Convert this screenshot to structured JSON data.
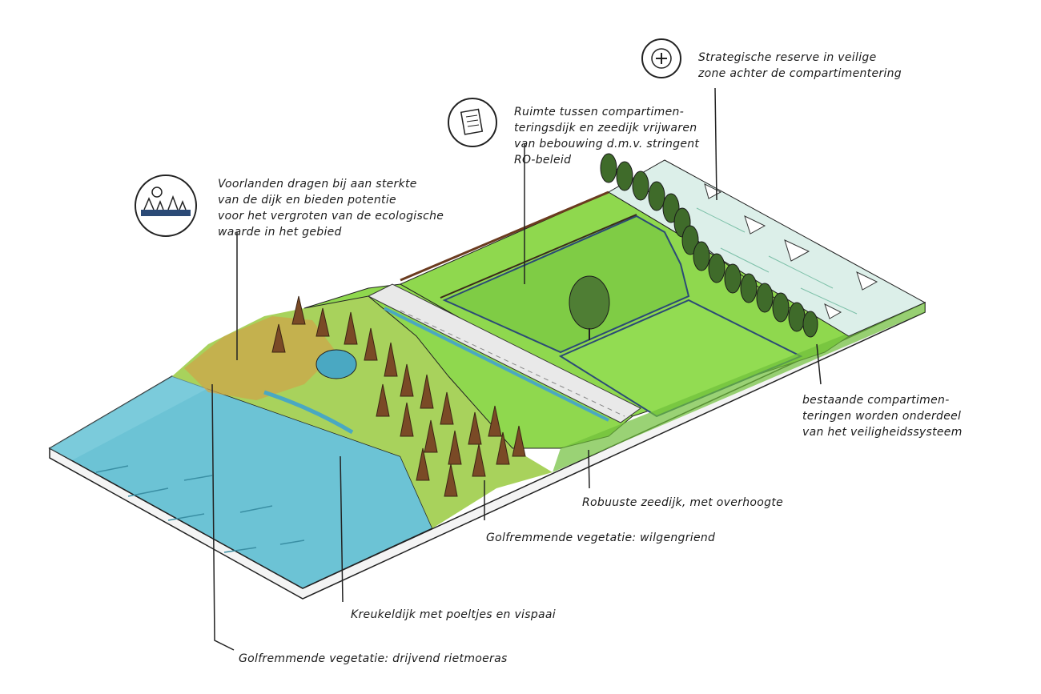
{
  "annotations": {
    "reserve": [
      "Strategische reserve in veilige",
      "zone achter de compartimentering"
    ],
    "ruimte": [
      "Ruimte tussen compartimen-",
      "teringsdijk en zeedijk vrijwaren",
      "van bebouwing d.m.v. stringent",
      "RO-beleid"
    ],
    "voorlanden": [
      "Voorlanden dragen bij aan sterkte",
      "van de dijk en bieden potentie",
      "voor het vergroten van de ecologische",
      "waarde in het gebied"
    ],
    "bestaande": [
      "bestaande compartimen-",
      "teringen worden onderdeel",
      "van het veiligheidssysteem"
    ],
    "robuuste": "Robuuste zeedijk, met overhoogte",
    "golfremmend_wilg": "Golfremmende vegetatie: wilgengriend",
    "kreukel": "Kreukeldijk met poeltjes en vispaai",
    "golfremmend_riet": "Golfremmende vegetatie: drijvend rietmoeras"
  },
  "icons": [
    "plus-icon",
    "document-icon",
    "landscape-icon"
  ],
  "colors": {
    "water": "#6cc3d5",
    "grass": "#8fd84e",
    "grass_dark": "#6fbf3a",
    "reed": "#7a4a26",
    "tree": "#3f6b2a",
    "road": "#e9e9e9",
    "ink": "#1b1b1b"
  }
}
